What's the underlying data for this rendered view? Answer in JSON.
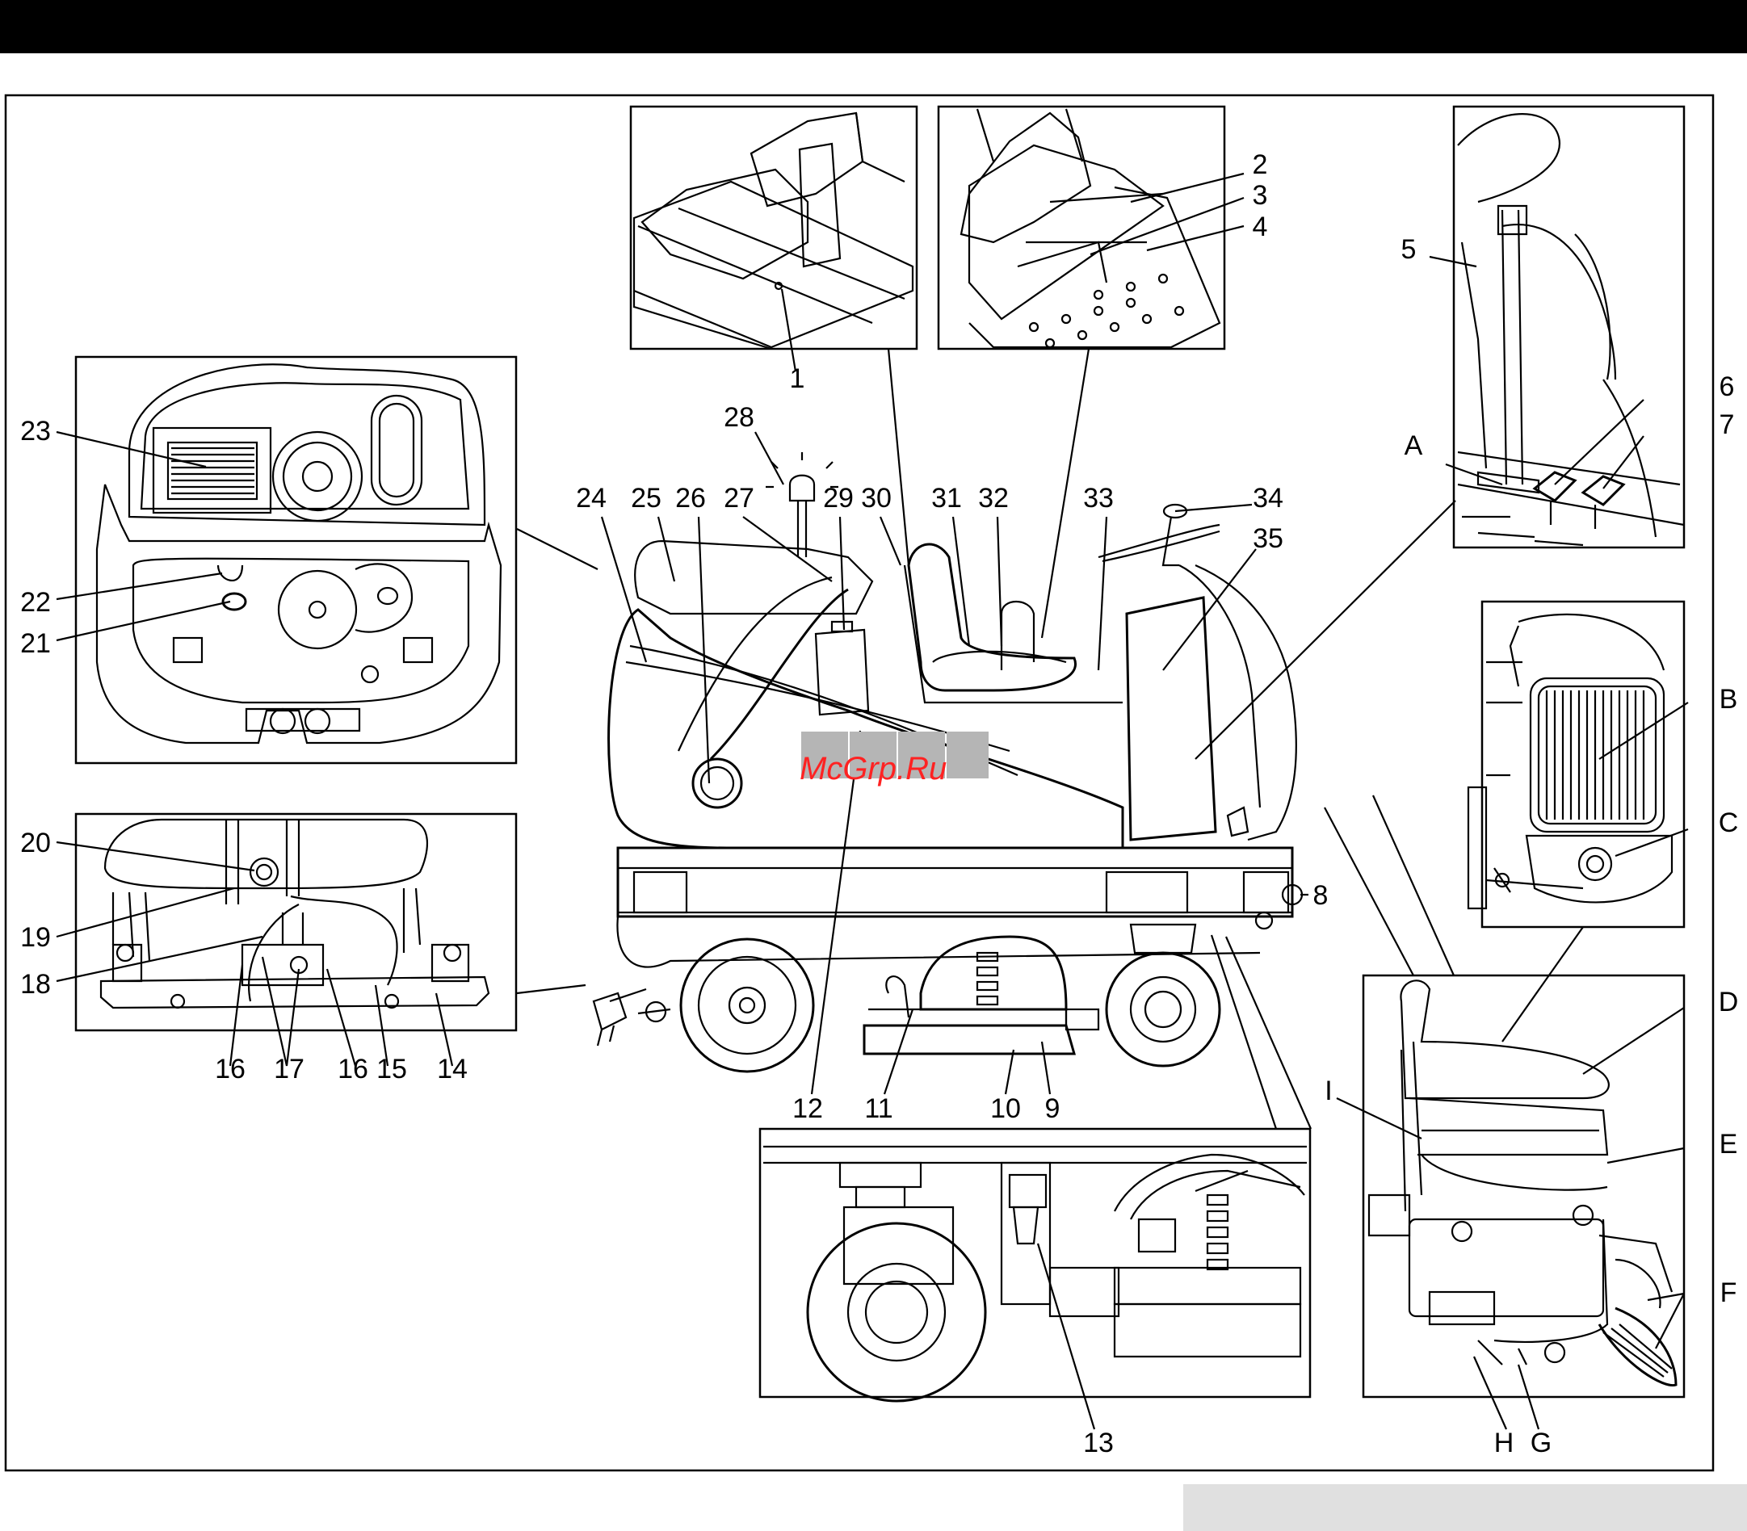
{
  "watermark": "McGrp.Ru",
  "labels": {
    "l1": "1",
    "l2": "2",
    "l3": "3",
    "l4": "4",
    "l5": "5",
    "l6": "6",
    "l7": "7",
    "l8": "8",
    "l9": "9",
    "l10": "10",
    "l11": "11",
    "l12": "12",
    "l13": "13",
    "l14": "14",
    "l15": "15",
    "l16a": "16",
    "l16b": "16",
    "l17": "17",
    "l18": "18",
    "l19": "19",
    "l20": "20",
    "l21": "21",
    "l22": "22",
    "l23": "23",
    "l24": "24",
    "l25": "25",
    "l26": "26",
    "l27": "27",
    "l28": "28",
    "l29": "29",
    "l30": "30",
    "l31": "31",
    "l32": "32",
    "l33": "33",
    "l34": "34",
    "l35": "35",
    "lA": "A",
    "lB": "B",
    "lC": "C",
    "lD": "D",
    "lE": "E",
    "lF": "F",
    "lG": "G",
    "lH": "H",
    "lI": "I"
  }
}
